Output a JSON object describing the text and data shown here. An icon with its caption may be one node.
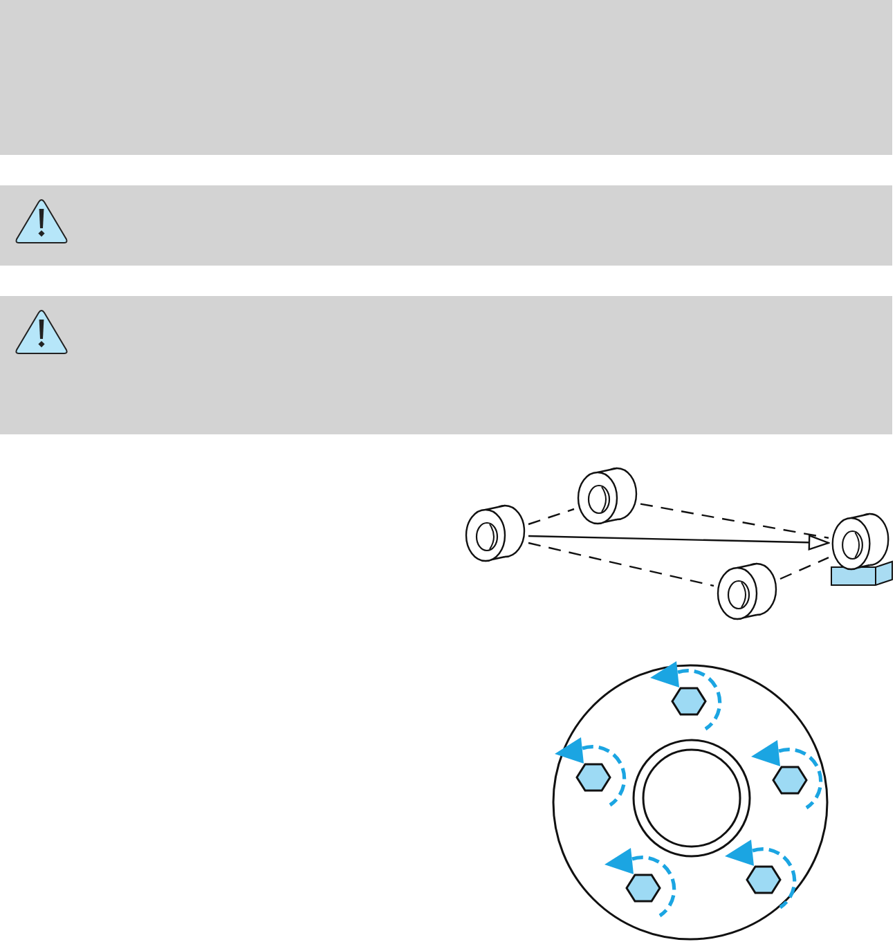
{
  "diagram": {
    "nodes": [
      {
        "text": [],
        "shape": "picture"
      },
      {
        "text": [],
        "shape": "picture"
      },
      {
        "text": [],
        "shape": "picture"
      },
      {
        "text": [],
        "shape": "picture"
      }
    ],
    "edges": [
      {
        "from": 1,
        "to": 0,
        "arrow": "none",
        "style": "dashed"
      },
      {
        "from": 0,
        "to": 2,
        "arrow": "none",
        "style": "dashed"
      },
      {
        "from": 1,
        "to": 3,
        "arrow": "none",
        "style": "dashed"
      },
      {
        "from": 3,
        "to": 2,
        "arrow": "none",
        "style": "dashed"
      },
      {
        "from": 1,
        "to": 2,
        "arrow": "to"
      }
    ]
  }
}
